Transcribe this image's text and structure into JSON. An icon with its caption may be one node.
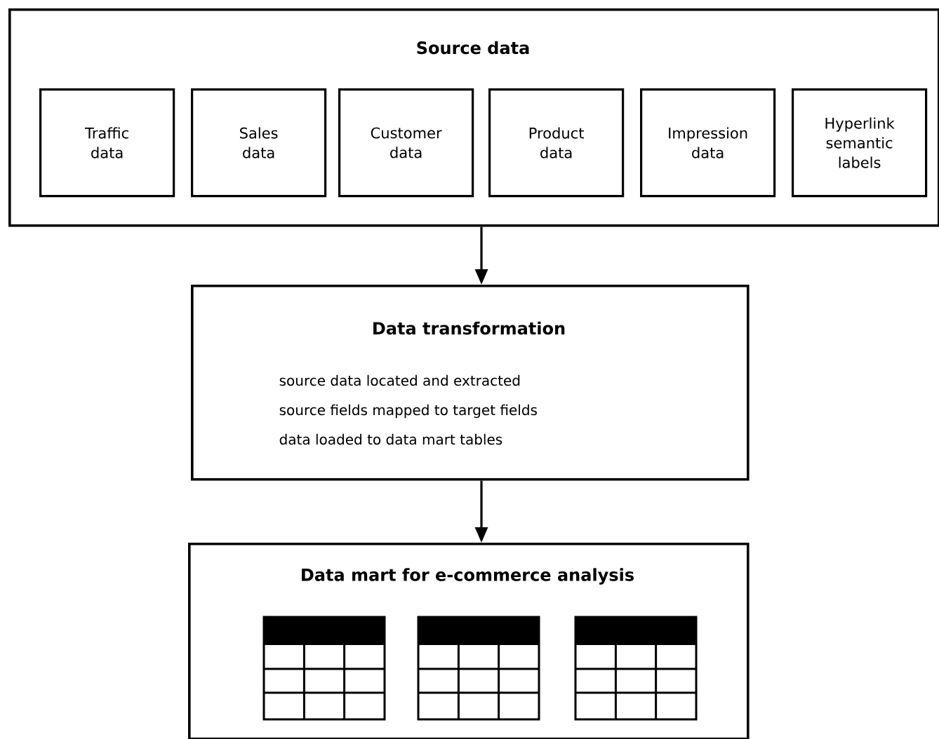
{
  "diagram": {
    "nodes": [
      {
        "text": [
          "Source data"
        ]
      },
      {
        "text": [
          "Traffic data"
        ],
        "in": 0
      },
      {
        "text": [
          "Sales data"
        ],
        "in": 0
      },
      {
        "text": [
          "Customer data"
        ],
        "in": 0
      },
      {
        "text": [
          "Product data"
        ],
        "in": 0
      },
      {
        "text": [
          "Impression data"
        ],
        "in": 0
      },
      {
        "text": [
          "Hyperlink semantic labels"
        ],
        "in": 0
      },
      {
        "text": [
          "Data transformation",
          "source data located and extracted",
          "source fields mapped to target fields",
          "data loaded to data mart tables"
        ]
      },
      {
        "text": [
          "Data mart for e-commerce analysis"
        ]
      }
    ],
    "edges": [
      {
        "from": 0,
        "to": 7,
        "arrow": "to"
      },
      {
        "from": 7,
        "to": 8,
        "arrow": "to"
      }
    ]
  }
}
